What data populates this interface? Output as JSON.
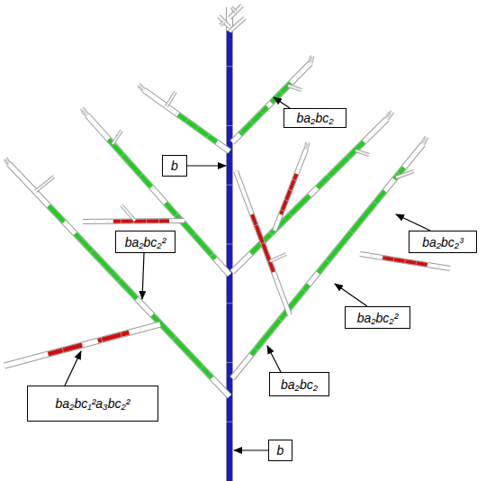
{
  "diagram": {
    "nodes": [
      {
        "text": [
          "ba₂bc₂"
        ]
      },
      {
        "text": [
          "b"
        ]
      },
      {
        "text": [
          "ba₂bc₂³"
        ]
      },
      {
        "text": [
          "ba₂bc₂²"
        ]
      },
      {
        "text": [
          "ba₂bc₂²"
        ]
      },
      {
        "text": [
          "ba₂bc₂"
        ]
      },
      {
        "text": [
          "ba₂bc₁²a₃bc₂²"
        ]
      },
      {
        "text": [
          "b"
        ]
      }
    ]
  }
}
